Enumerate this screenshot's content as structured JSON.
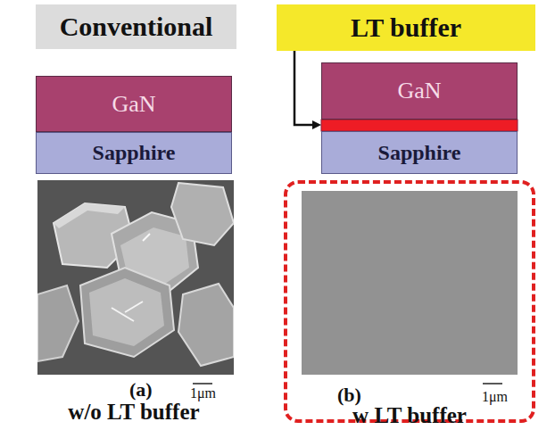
{
  "diagram": {
    "nodes": [
      {
        "text": [
          "Conventional"
        ]
      },
      {
        "text": [
          "GaN"
        ]
      },
      {
        "text": [
          "Sapphire"
        ]
      },
      {
        "text": [
          "LT buffer"
        ]
      },
      {
        "text": [
          "GaN"
        ]
      },
      {
        "text": [
          "Sapphire"
        ]
      },
      {
        "text": [
          "(b)",
          "1μm",
          "w LT buffer"
        ]
      }
    ],
    "labels": [
      "(a)",
      "1μm",
      "w/o LT buffer"
    ]
  }
}
